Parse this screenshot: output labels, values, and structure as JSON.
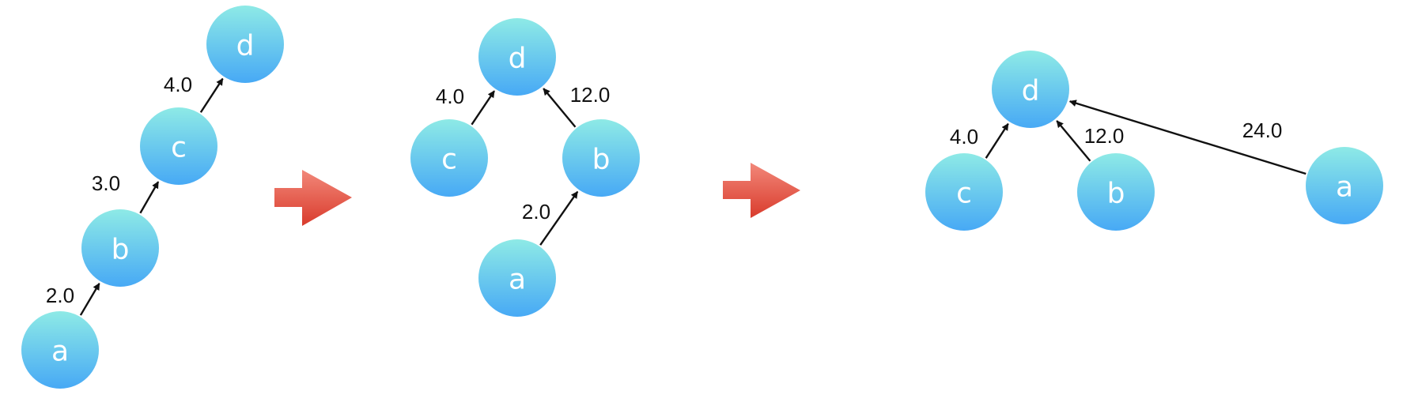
{
  "colors": {
    "node_top": "#8eeae6",
    "node_bottom": "#47a9f5",
    "arrow_top": "#f2887a",
    "arrow_bottom": "#d93b2c",
    "edge": "#111111"
  },
  "stages": [
    {
      "nodes": [
        {
          "id": "a",
          "label": "a"
        },
        {
          "id": "b",
          "label": "b"
        },
        {
          "id": "c",
          "label": "c"
        },
        {
          "id": "d",
          "label": "d"
        }
      ],
      "edges": [
        {
          "from": "a",
          "to": "b",
          "weight": "2.0"
        },
        {
          "from": "b",
          "to": "c",
          "weight": "3.0"
        },
        {
          "from": "c",
          "to": "d",
          "weight": "4.0"
        }
      ]
    },
    {
      "nodes": [
        {
          "id": "d",
          "label": "d"
        },
        {
          "id": "c",
          "label": "c"
        },
        {
          "id": "b",
          "label": "b"
        },
        {
          "id": "a",
          "label": "a"
        }
      ],
      "edges": [
        {
          "from": "c",
          "to": "d",
          "weight": "4.0"
        },
        {
          "from": "b",
          "to": "d",
          "weight": "12.0"
        },
        {
          "from": "a",
          "to": "b",
          "weight": "2.0"
        }
      ]
    },
    {
      "nodes": [
        {
          "id": "d",
          "label": "d"
        },
        {
          "id": "c",
          "label": "c"
        },
        {
          "id": "b",
          "label": "b"
        },
        {
          "id": "a",
          "label": "a"
        }
      ],
      "edges": [
        {
          "from": "c",
          "to": "d",
          "weight": "4.0"
        },
        {
          "from": "b",
          "to": "d",
          "weight": "12.0"
        },
        {
          "from": "a",
          "to": "d",
          "weight": "24.0"
        }
      ]
    }
  ]
}
